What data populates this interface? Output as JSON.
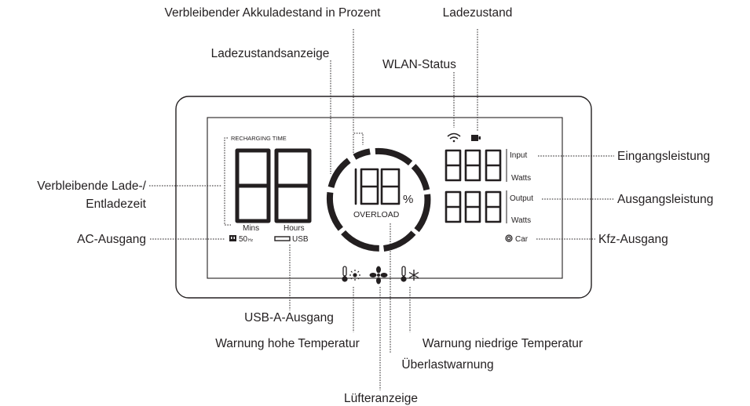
{
  "callouts": {
    "remaining_percent": "Verbleibender Akkuladestand in Prozent",
    "charge_status": "Ladezustand",
    "charge_indicator": "Ladezustandsanzeige",
    "wifi_status": "WLAN-Status",
    "remaining_time_line1": "Verbleibende Lade-/",
    "remaining_time_line2": "Entladezeit",
    "input_power": "Eingangsleistung",
    "output_power": "Ausgangsleistung",
    "ac_output": "AC-Ausgang",
    "car_output": "Kfz-Ausgang",
    "usb_output": "USB-A-Ausgang",
    "high_temp_warning": "Warnung hohe Temperatur",
    "low_temp_warning": "Warnung niedrige Temperatur",
    "overload_warning": "Überlastwarnung",
    "fan_indicator": "Lüfteranzeige"
  },
  "display": {
    "recharging_time": "RECHARGING TIME",
    "mins": "Mins",
    "hours": "Hours",
    "ac_frequency": "50",
    "ac_unit": "Hz",
    "usb": "USB",
    "percent_symbol": "%",
    "overload": "OVERLOAD",
    "input": "Input",
    "output": "Output",
    "watts": "Watts",
    "car": "Car"
  },
  "icons": {
    "wifi": "wifi-icon",
    "battery": "battery-charge-icon",
    "high_temp": "thermometer-sun-icon",
    "fan": "fan-icon",
    "low_temp": "thermometer-snowflake-icon",
    "ac": "ac-outlet-icon",
    "usb": "usb-port-icon",
    "car": "car-port-icon"
  },
  "colors": {
    "ink": "#231f20",
    "background": "#ffffff"
  }
}
